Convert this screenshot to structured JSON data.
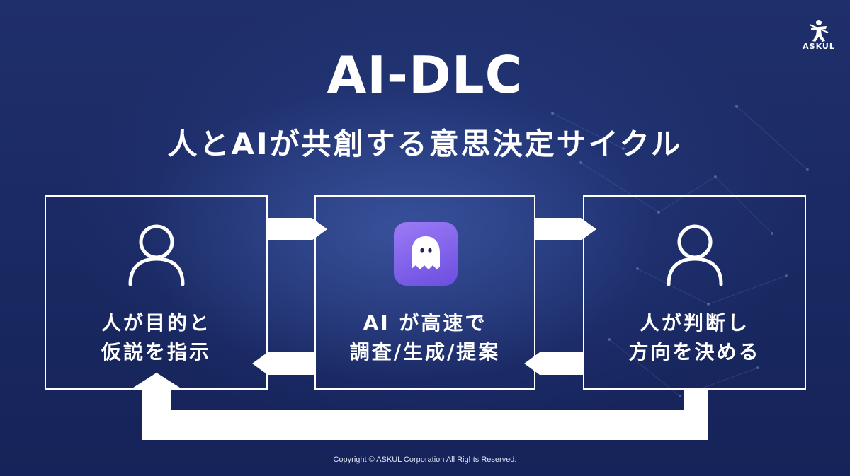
{
  "logo": {
    "text": "ASKUL",
    "icon": "askul-figure-icon"
  },
  "title": "AI-DLC",
  "subtitle": "人とAIが共創する意思決定サイクル",
  "boxes": [
    {
      "icon": "person-icon",
      "line1": "人が目的と",
      "line2": "仮説を指示"
    },
    {
      "icon": "ghost-app-icon",
      "line1": "AI が高速で",
      "line2": "調査/生成/提案"
    },
    {
      "icon": "person-icon",
      "line1": "人が判断し",
      "line2": "方向を決める"
    }
  ],
  "colors": {
    "background": "#1b2a63",
    "accent": "#ffffff",
    "app_icon": "#7b5cf0"
  },
  "footer": "Copyright © ASKUL Corporation All Rights Reserved."
}
